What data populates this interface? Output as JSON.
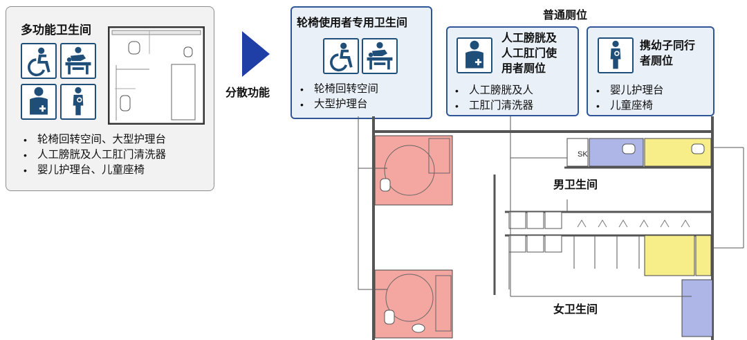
{
  "left_panel": {
    "title": "多功能卫生间",
    "bullets": [
      "轮椅回转空间、大型护理台",
      "人工膀胱及人工肛门清洗器",
      "婴儿护理台、儿童座椅"
    ]
  },
  "arrow_label": "分散功能",
  "group_title": "普通厕位",
  "cards": {
    "wheelchair": {
      "title": "轮椅使用者专用卫生间",
      "bullets": [
        "轮椅回转空间",
        "大型护理台"
      ]
    },
    "ostomy": {
      "title_lines": [
        "人工膀胱及",
        "人工肛门使",
        "用者厕位"
      ],
      "bullets_lines": [
        "人工膀胱及人",
        "工肛门清洗器"
      ]
    },
    "child": {
      "title_lines": [
        "携幼子同行",
        "者厕位"
      ],
      "bullets": [
        "婴儿护理台",
        "儿童座椅"
      ]
    }
  },
  "plan": {
    "mens_label": "男卫生间",
    "womens_label": "女卫生间",
    "sk_label": "SK"
  },
  "icons": [
    "wheelchair-icon",
    "diaper-changing-icon",
    "ostomate-icon",
    "parent-with-child-icon"
  ],
  "colors": {
    "accent": "#1f4e79",
    "card_bg": "#e9f0f8",
    "arrow": "#1f3fa6",
    "accessible_room": "#f4a6a0",
    "ostomy_room": "#aeb6e8",
    "child_room": "#f7ee8a"
  }
}
